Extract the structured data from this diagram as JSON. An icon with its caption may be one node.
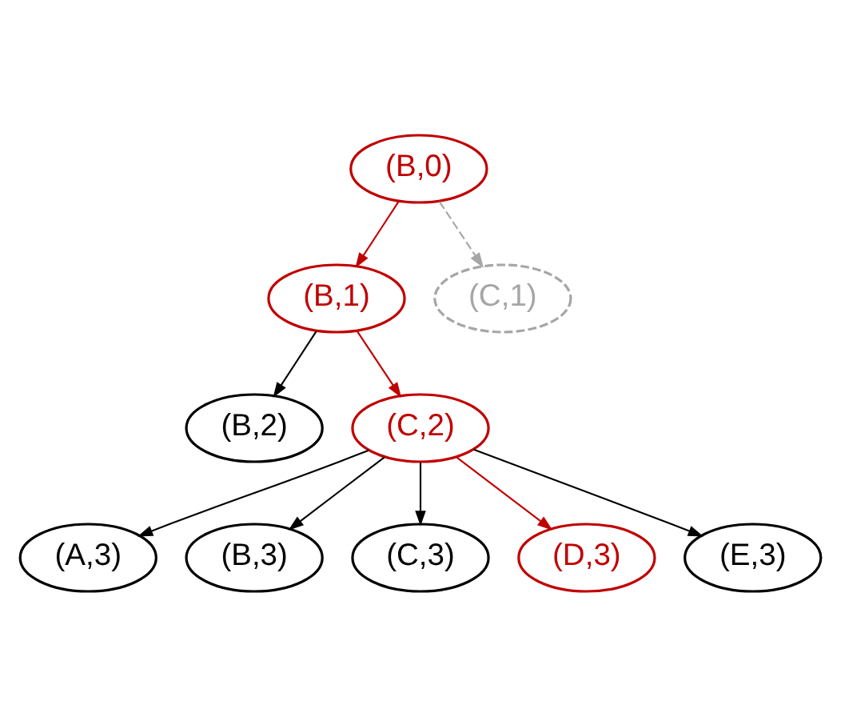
{
  "diagram": {
    "nodes": [
      {
        "text": [
          "(B,0)"
        ]
      },
      {
        "text": [
          "(B,1)"
        ]
      },
      {
        "text": [
          "(C,1)"
        ]
      },
      {
        "text": [
          "(B,2)"
        ]
      },
      {
        "text": [
          "(C,2)"
        ]
      },
      {
        "text": [
          "(A,3)"
        ]
      },
      {
        "text": [
          "(B,3)"
        ]
      },
      {
        "text": [
          "(C,3)"
        ]
      },
      {
        "text": [
          "(D,3)"
        ]
      },
      {
        "text": [
          "(E,3)"
        ]
      }
    ],
    "edges": [
      {
        "from": 0,
        "to": 1,
        "arrow": "to",
        "color": "#c00000"
      },
      {
        "from": 0,
        "to": 2,
        "arrow": "to",
        "style": "dashed",
        "color": "#a6a6a6"
      },
      {
        "from": 1,
        "to": 3,
        "arrow": "to"
      },
      {
        "from": 1,
        "to": 4,
        "arrow": "to",
        "color": "#c00000"
      },
      {
        "from": 4,
        "to": 5,
        "arrow": "to"
      },
      {
        "from": 4,
        "to": 6,
        "arrow": "to"
      },
      {
        "from": 4,
        "to": 7,
        "arrow": "to"
      },
      {
        "from": 4,
        "to": 8,
        "arrow": "to",
        "color": "#c00000"
      },
      {
        "from": 4,
        "to": 9,
        "arrow": "to"
      }
    ]
  }
}
